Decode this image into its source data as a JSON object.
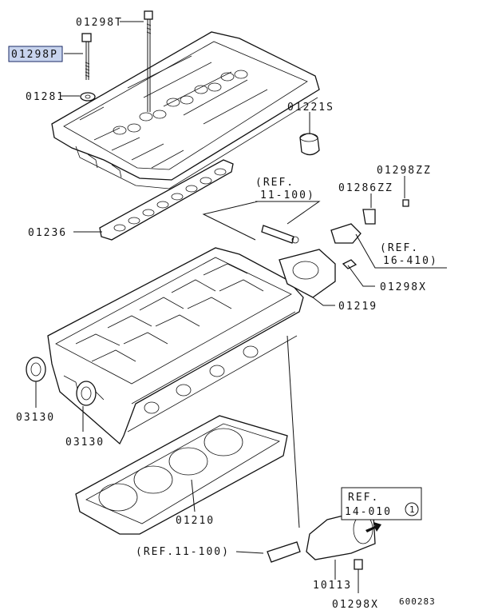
{
  "diagram": {
    "figure_number": "600283",
    "callouts": {
      "p01298T": "01298T",
      "p01298P": "01298P",
      "p01281": "01281",
      "p01221S": "01221S",
      "p01298ZZ": "01298ZZ",
      "p01286ZZ": "01286ZZ",
      "p01236": "01236",
      "p01298X_top": "01298X",
      "p01219": "01219",
      "p03130_a": "03130",
      "p03130_b": "03130",
      "p01210": "01210",
      "p10113": "10113",
      "p01298X_bottom": "01298X"
    },
    "references": {
      "ref_11_100_top_1": "(REF.",
      "ref_11_100_top_2": "11-100)",
      "ref_16_410_1": "(REF.",
      "ref_16_410_2": "16-410)",
      "ref_14_010_1": "REF.",
      "ref_14_010_2": "14-010",
      "ref_14_010_circle": "1",
      "ref_11_100_bottom": "(REF.11-100)"
    },
    "highlight_color": "#c8d4ee"
  }
}
